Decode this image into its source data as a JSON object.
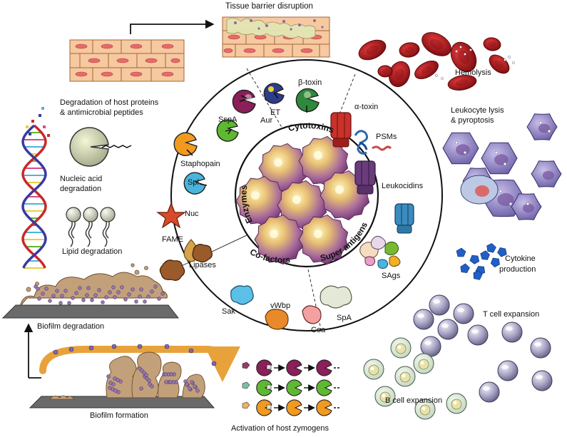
{
  "colors": {
    "red_cell": "#b3141c",
    "enzyme_purple": "#8a1f5a",
    "enzyme_green": "#5fb832",
    "enzyme_orange": "#f29a1e",
    "enzyme_blue": "#4ab5dc",
    "toxin_red": "#c8322a",
    "toxin_blue": "#3a8cc0",
    "toxin_purple": "#6a3c7c",
    "leukocyte": "#8a7cc0",
    "cytokine": "#1f5fc8",
    "tcell": "#9a96b6",
    "bcell": "#c4d8c4",
    "arrow_orange": "#e8a23c",
    "staph_core": "#9a5a9a",
    "staph_glow": "#f6e08a"
  },
  "top": {
    "tissue_barrier": "Tissue barrier disruption"
  },
  "right": {
    "hemolysis": "Hemolysis",
    "leukocyte_lysis": "Leukocyte lysis",
    "pyroptosis": "& pyroptosis",
    "cytokine": "Cytokine",
    "production": "production",
    "tcell": "T cell expansion",
    "bcell": "B cell expansion"
  },
  "left": {
    "degradation_line1": "Degradation of host proteins",
    "degradation_line2": "& antimicrobial peptides",
    "nucleic_line1": "Nucleic acid",
    "nucleic_line2": "degradation",
    "lipid": "Lipid degradation",
    "biofilm_degradation": "Biofilm degradation",
    "biofilm_formation": "Biofilm formation"
  },
  "bottom": {
    "zymogens": "Activation of host zymogens"
  },
  "wheel": {
    "cytotoxins": "Cytotoxins",
    "enzymes": "Enzymes",
    "cofactors": "Co-factors",
    "superantigens": "Super antigens",
    "aur": "Aur",
    "et": "ET",
    "btoxin": "β-toxin",
    "sspa": "SspA",
    "staphopain": "Staphopain",
    "spl": "Spl",
    "nuc": "Nuc",
    "fame": "FAME",
    "lipases": "Lipases",
    "atoxin": "α-toxin",
    "psms": "PSMs",
    "leukocidins": "Leukocidins",
    "sags": "SAgs",
    "spa": "SpA",
    "sak": "Sak",
    "vwbp": "vWbp",
    "coa": "Coa"
  }
}
